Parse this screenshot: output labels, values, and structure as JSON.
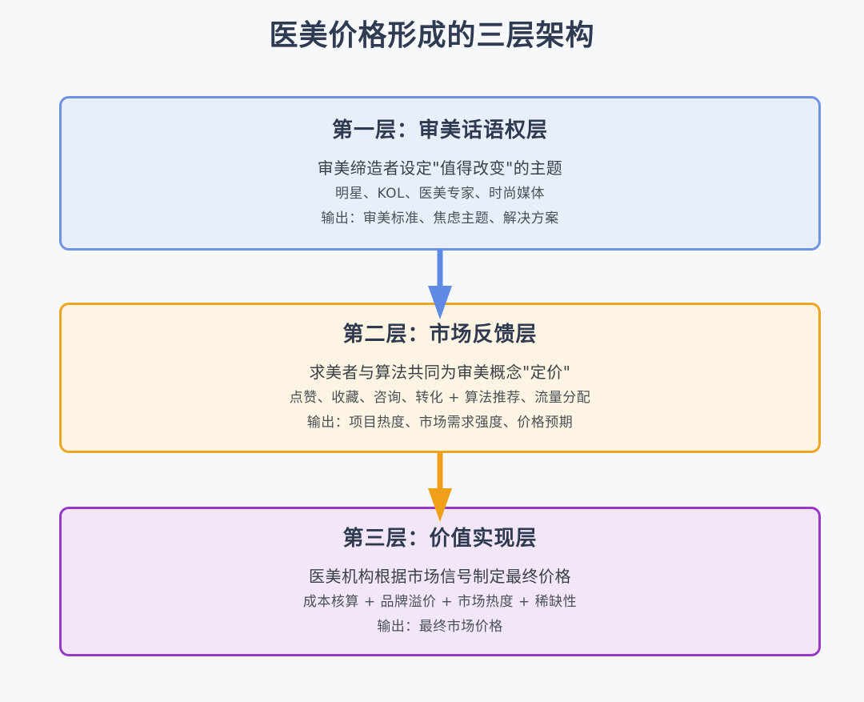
{
  "page": {
    "title": "医美价格形成的三层架构",
    "background_color": "#f7f8fa",
    "title_color": "#2f3b52"
  },
  "layers": [
    {
      "title": "第一层：审美话语权层",
      "subtitle": "审美缔造者设定\"值得改变\"的主题",
      "line1": "明星、KOL、医美专家、时尚媒体",
      "line2": "输出：审美标准、焦虑主题、解决方案",
      "border_color": "#6e92e6",
      "fill_color": "#e9effa"
    },
    {
      "title": "第二层：市场反馈层",
      "subtitle": "求美者与算法共同为审美概念\"定价\"",
      "line1": "点赞、收藏、咨询、转化 + 算法推荐、流量分配",
      "line2": "输出：项目热度、市场需求强度、价格预期",
      "border_color": "#f0a51f",
      "fill_color": "#fdf4e3"
    },
    {
      "title": "第三层：价值实现层",
      "subtitle": "医美机构根据市场信号制定最终价格",
      "line1": "成本核算 + 品牌溢价 + 市场热度 + 稀缺性",
      "line2": "输出：最终市场价格",
      "border_color": "#9839c8",
      "fill_color": "#f2e7f8"
    }
  ],
  "arrows": [
    {
      "name": "arrow-layer1-to-layer2",
      "color": "#5f8ae3"
    },
    {
      "name": "arrow-layer2-to-layer3",
      "color": "#f0a018"
    }
  ]
}
